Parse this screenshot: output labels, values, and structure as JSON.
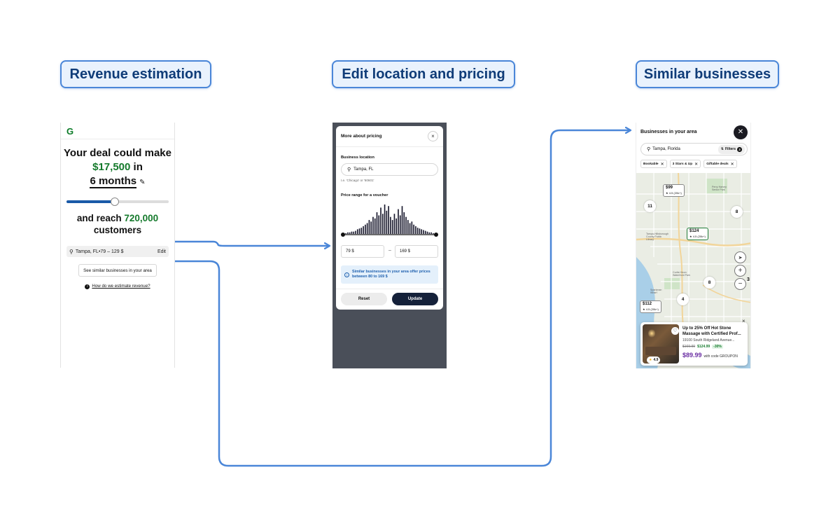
{
  "sections": {
    "revenue_title": "Revenue estimation",
    "edit_title": "Edit location and pricing",
    "similar_title": "Similar businesses"
  },
  "colors": {
    "pill_border": "#4a86d8",
    "pill_bg": "#e9f2fd",
    "arrow": "#4a86d8",
    "brand_green": "#157a2c",
    "dark_button": "#15213a"
  },
  "revenue": {
    "logo": "G",
    "line1": "Your deal could make",
    "amount": "$17,500",
    "in_word": " in",
    "months": "6 months",
    "pencil": "✎",
    "slider_fraction": 0.47,
    "reach_prefix": "and reach ",
    "customers_count": "720,000",
    "customers_word": "customers",
    "location_text": "Tampa, FL",
    "location_sep": " • ",
    "price_range": "79 – 129 $",
    "edit_label": "Edit",
    "similar_button": "See similar businesses in your area",
    "how_link": "How do we estimate revenue?"
  },
  "pricing_modal": {
    "title": "More about pricing",
    "close": "×",
    "location_label": "Business location",
    "location_value": "Tampa, FL",
    "location_hint": "I.e. 'Chicago' or '60601'",
    "price_label": "Price range for a voucher",
    "min_value": "79 $",
    "dash": "–",
    "max_value": "169 $",
    "info_text": "Similar businesses in your area offer prices between 80 to 169 $",
    "reset_label": "Reset",
    "update_label": "Update",
    "histogram": [
      1,
      1,
      2,
      2,
      3,
      3,
      4,
      6,
      7,
      8,
      10,
      12,
      14,
      18,
      16,
      22,
      20,
      28,
      24,
      34,
      26,
      38,
      30,
      36,
      22,
      18,
      26,
      20,
      32,
      24,
      36,
      28,
      22,
      18,
      14,
      16,
      12,
      10,
      8,
      7,
      6,
      5,
      4,
      3,
      2,
      2,
      1,
      1
    ]
  },
  "similar": {
    "title": "Businesses in your area",
    "close": "✕",
    "search_value": "Tampa, Florida",
    "filters_label": "Filters",
    "filters_count": "3",
    "chips": [
      "Bookable",
      "3 Stars & Up",
      "Giftable deals"
    ],
    "chip_remove": "✕",
    "markers": [
      {
        "price": "$99",
        "rating": "★ 4.5 (20k+)"
      },
      {
        "price": "$124",
        "rating": "★ 4.5 (20k+)"
      },
      {
        "price": "$112",
        "rating": "★ 4.5 (20k+)"
      }
    ],
    "clusters": [
      "11",
      "8",
      "8",
      "4"
    ],
    "map_zoom_in": "+",
    "map_zoom_out": "−",
    "map_locate": "➤",
    "map_side_number": "3",
    "streets": [
      "Perry Harvey Senior Park",
      "Tampa-Hillsborough County Public Library",
      "Curtis Hixon Waterfront Park",
      "Sparkman Wharf"
    ],
    "deal": {
      "close": "×",
      "heart": "♡",
      "rating": "4.9",
      "title": "Up to 25% Off Hot Stone Massage with Certified Prof...",
      "address": "19100 South Ridgeland Avenue...",
      "old_price": "$169.99",
      "new_price": "$124.99",
      "discount": "-30%",
      "promo_price": "$89.99",
      "promo_text": "with code GROUPON"
    }
  }
}
